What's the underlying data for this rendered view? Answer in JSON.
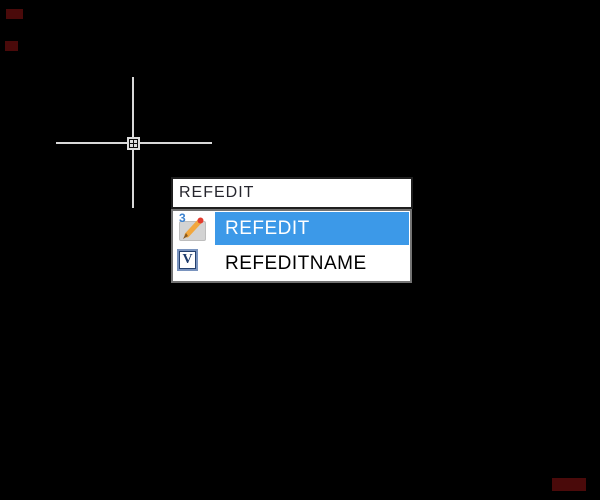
{
  "canvas": {
    "background_color": "#000000",
    "crosshair_color": "#d9d9d9",
    "artifact_color": "#4a0a0a"
  },
  "command_input": {
    "value": "REFEDIT"
  },
  "autocomplete": {
    "highlight_color": "#3c99e8",
    "items": [
      {
        "label": "REFEDIT",
        "type": "command",
        "icon": "edit-reference-icon",
        "selected": true,
        "icon_badge": "3"
      },
      {
        "label": "REFEDITNAME",
        "type": "system-variable",
        "icon": "variable-icon",
        "selected": false,
        "icon_letter": "V"
      }
    ]
  }
}
